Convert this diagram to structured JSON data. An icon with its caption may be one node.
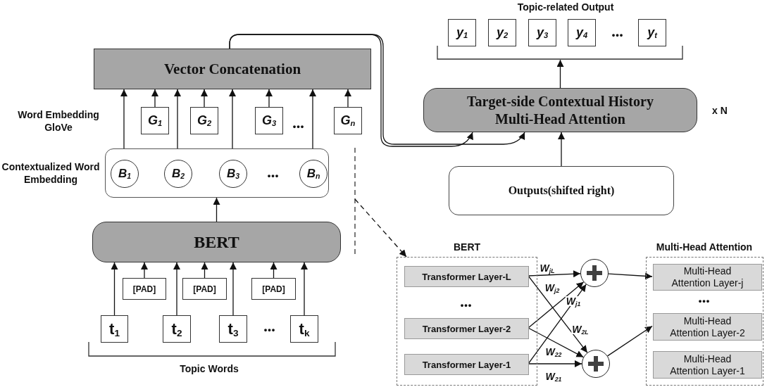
{
  "diagram": {
    "nodes": [
      {
        "text": [
          "Vector Concatenation"
        ]
      },
      {
        "text": [
          "G$_{1}$"
        ]
      },
      {
        "text": [
          "G$_{2}$"
        ]
      },
      {
        "text": [
          "G$_{3}$"
        ]
      },
      {
        "text": [
          "G$_{n}$"
        ]
      },
      {
        "text": [],
        "shape": "box"
      },
      {
        "text": [
          "B$_{1}$"
        ],
        "in": 5
      },
      {
        "text": [
          "B$_{2}$"
        ],
        "in": 5
      },
      {
        "text": [
          "B$_{3}$"
        ],
        "in": 5
      },
      {
        "text": [
          "B$_{n}$"
        ],
        "in": 5
      },
      {
        "text": [
          "BERT"
        ]
      },
      {
        "text": [
          "[PAD]"
        ]
      },
      {
        "text": [
          "[PAD]"
        ]
      },
      {
        "text": [
          "[PAD]"
        ]
      },
      {
        "text": [
          "t$_{1}$"
        ]
      },
      {
        "text": [
          "t$_{2}$"
        ]
      },
      {
        "text": [
          "t$_{3}$"
        ]
      },
      {
        "text": [
          "t$_{k}$"
        ]
      },
      {
        "text": [
          "y$_{1}$"
        ]
      },
      {
        "text": [
          "y$_{2}$"
        ]
      },
      {
        "text": [
          "y$_{3}$"
        ]
      },
      {
        "text": [
          "y$_{4}$"
        ]
      },
      {
        "text": [
          "y$_{t}$"
        ]
      },
      {
        "text": [],
        "shape": "bracket"
      },
      {
        "text": [
          "Target-side Contextual History Multi-Head Attention"
        ],
        "beside": [
          "x N"
        ]
      },
      {
        "text": [
          "Outputs(shifted right)"
        ]
      },
      {
        "text": [],
        "shape": "box"
      },
      {
        "text": [
          "Transformer Layer-L"
        ],
        "in": 26
      },
      {
        "text": [
          "Transformer Layer-2"
        ],
        "in": 26
      },
      {
        "text": [
          "Transformer Layer-1"
        ],
        "in": 26
      },
      {
        "text": [],
        "shape": "circle"
      },
      {
        "text": [],
        "shape": "circle"
      },
      {
        "text": [],
        "shape": "box"
      },
      {
        "text": [
          "Multi-Head Attention Layer-j"
        ],
        "in": 32
      },
      {
        "text": [
          "Multi-Head Attention Layer-2"
        ],
        "in": 32
      },
      {
        "text": [
          "Multi-Head Attention Layer-1"
        ],
        "in": 32
      }
    ],
    "edges": [
      {
        "from": 1,
        "to": 0,
        "arrow": "to"
      },
      {
        "from": 2,
        "to": 0,
        "arrow": "to"
      },
      {
        "from": 3,
        "to": 0,
        "arrow": "to"
      },
      {
        "from": 4,
        "to": 0,
        "arrow": "to"
      },
      {
        "from": 6,
        "to": 0,
        "arrow": "to"
      },
      {
        "from": 7,
        "to": 0,
        "arrow": "to"
      },
      {
        "from": 8,
        "to": 0,
        "arrow": "to"
      },
      {
        "from": 9,
        "to": 0,
        "arrow": "to"
      },
      {
        "from": 10,
        "to": 5,
        "arrow": "to"
      },
      {
        "from": 11,
        "to": 10,
        "arrow": "to"
      },
      {
        "from": 12,
        "to": 10,
        "arrow": "to"
      },
      {
        "from": 13,
        "to": 10,
        "arrow": "to"
      },
      {
        "from": 14,
        "to": 10,
        "arrow": "to"
      },
      {
        "from": 15,
        "to": 10,
        "arrow": "to"
      },
      {
        "from": 16,
        "to": 10,
        "arrow": "to"
      },
      {
        "from": 17,
        "to": 10,
        "arrow": "to"
      },
      {
        "from": 25,
        "to": 24,
        "arrow": "to"
      },
      {
        "from": 24,
        "to": 23,
        "arrow": "to"
      },
      {
        "from": 0,
        "to": 24,
        "arrow": "to"
      },
      {
        "from": 0,
        "to": 24,
        "arrow": "to"
      },
      {
        "from": null,
        "to": 26,
        "arrow": "to",
        "style": "dashed"
      },
      {
        "from": 27,
        "to": 30,
        "arrow": "to",
        "label": "W$_{jL}$"
      },
      {
        "from": 27,
        "to": 31,
        "arrow": "to",
        "label": "W$_{2L}$"
      },
      {
        "from": 28,
        "to": 30,
        "arrow": "to",
        "label": "W$_{j2}$"
      },
      {
        "from": 28,
        "to": 31,
        "arrow": "to",
        "label": "W$_{22}$"
      },
      {
        "from": 29,
        "to": 30,
        "arrow": "to",
        "label": "W$_{j1}$"
      },
      {
        "from": 29,
        "to": 31,
        "arrow": "to",
        "label": "W$_{21}$"
      },
      {
        "from": 30,
        "to": 33,
        "arrow": "to"
      },
      {
        "from": 31,
        "to": 34,
        "arrow": "to"
      }
    ],
    "labels": [
      "Word Embedding GloVe",
      "•••",
      "Contextualized Word Embedding",
      "•••",
      "•••",
      "Topic Words",
      "Topic-related Output",
      "•••",
      "BERT",
      "Multi-Head Attention",
      "•••",
      "•••"
    ]
  }
}
